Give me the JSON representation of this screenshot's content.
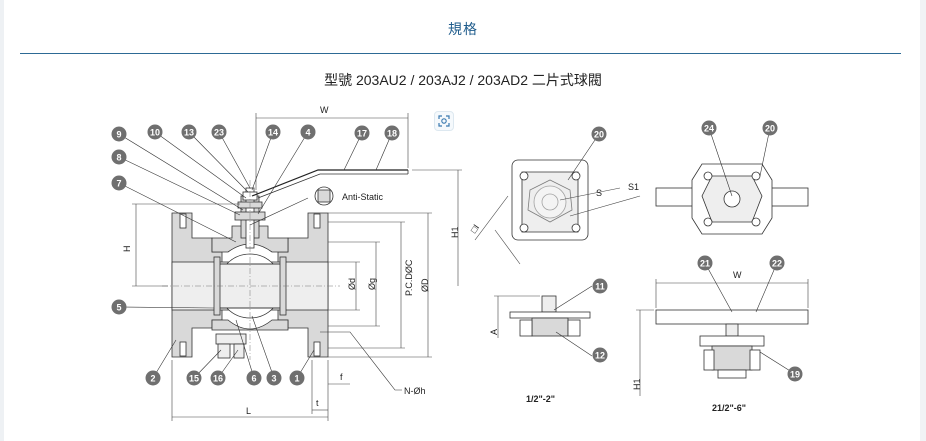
{
  "tab": {
    "title": "規格"
  },
  "model": {
    "title": "型號 203AU2 / 203AJ2 / 203AD2 二片式球閥"
  },
  "icons": {
    "zoom": "zoom-icon"
  },
  "colors": {
    "accent": "#1f5c8c",
    "rule": "#2d6a95",
    "balloon": "#6f6f6f"
  },
  "diagram": {
    "dimensions": {
      "W_main": "W",
      "H": "H",
      "H1_main": "H1",
      "L": "L",
      "t": "t",
      "f": "f",
      "d": "Ød",
      "g": "Øg",
      "pcd": "P.C.DØC",
      "D": "ØD",
      "nh": "N-Øh",
      "box": "□I",
      "S": "S",
      "S1": "S1",
      "A": "A",
      "W_right": "W",
      "H1_right": "H1"
    },
    "labels": {
      "anti_static": "Anti-Static",
      "small_size": "1/2\"-2\"",
      "large_size": "21/2\"-6\""
    },
    "balloons": {
      "b9": "9",
      "b10": "10",
      "b13": "13",
      "b23": "23",
      "b14": "14",
      "b4": "4",
      "b17": "17",
      "b18": "18",
      "b8": "8",
      "b7": "7",
      "b5": "5",
      "b2": "2",
      "b15": "15",
      "b16": "16",
      "b6": "6",
      "b3": "3",
      "b1": "1",
      "b20a": "20",
      "b11": "11",
      "b12": "12",
      "b24": "24",
      "b20b": "20",
      "b21": "21",
      "b22": "22",
      "b19": "19"
    }
  }
}
